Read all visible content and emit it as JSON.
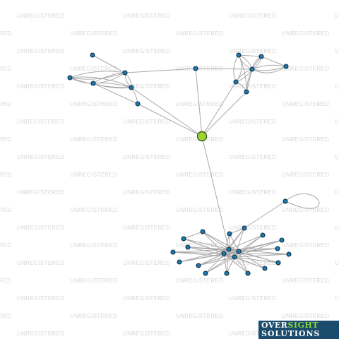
{
  "watermark_text": "UNREGISTERED",
  "logo": {
    "part1": "OVER",
    "part2": "SIGHT",
    "part3": "SOLUTIONS"
  },
  "colors": {
    "node_fill": "#1c79ad",
    "focal_node_fill": "#9ed23a",
    "edge": "#a9a9a9",
    "watermark": "#d8d8d8",
    "logo_background": "#1b4c6e",
    "logo_accent": "#8bd43c"
  },
  "icons": {
    "logo": "oversight-solutions-logo"
  }
}
